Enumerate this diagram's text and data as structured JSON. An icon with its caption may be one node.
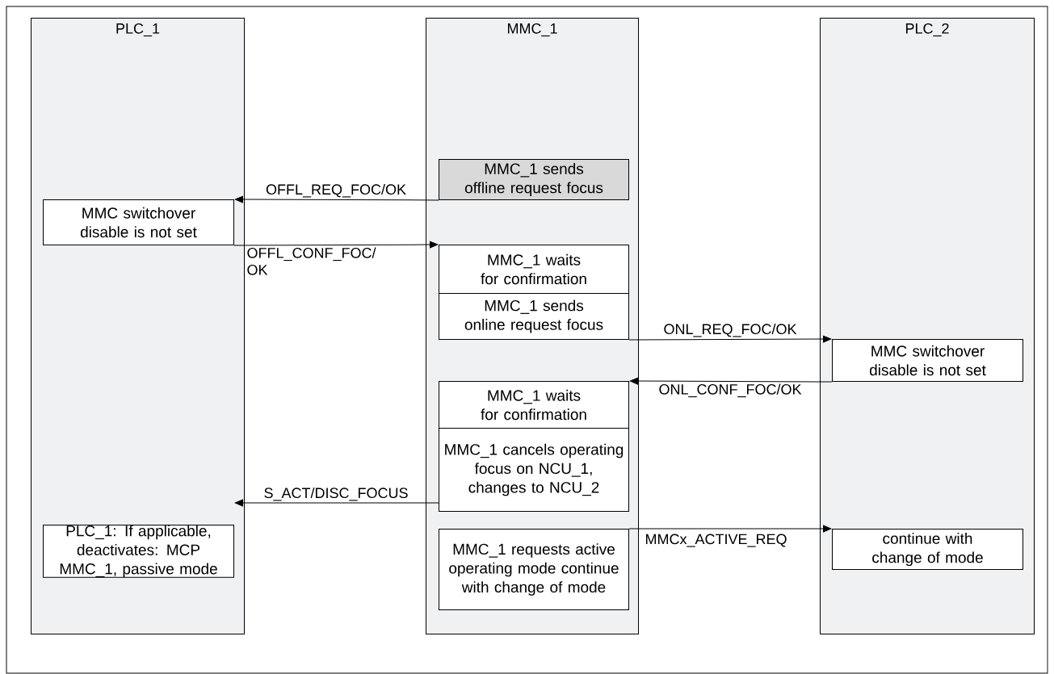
{
  "diagram": {
    "nodes": [
      {
        "text": [
          "PLC_1"
        ]
      },
      {
        "text": [
          "MMC_1"
        ]
      },
      {
        "text": [
          "PLC_2"
        ]
      },
      {
        "text": [
          "MMC_1 sends offline request focus"
        ],
        "in": 1
      },
      {
        "text": [
          "MMC switchover disable is not set"
        ],
        "in": 0
      },
      {
        "text": [
          "MMC_1 waits for confirmation"
        ],
        "in": 1
      },
      {
        "text": [
          "MMC_1 sends online request focus"
        ],
        "in": 1
      },
      {
        "text": [
          "MMC switchover disable is not set"
        ],
        "in": 2
      },
      {
        "text": [
          "MMC_1 waits for confirmation"
        ],
        "in": 1
      },
      {
        "text": [
          "MMC_1 cancels operating focus on NCU_1, changes to NCU_2"
        ],
        "in": 1
      },
      {
        "text": [
          "PLC_1: If applicable, deactivates: MCP MMC_1, passive mode"
        ],
        "in": 0
      },
      {
        "text": [
          "MMC_1 requests active operating mode continue with change of mode"
        ],
        "in": 1
      },
      {
        "text": [
          "continue with change of mode"
        ],
        "in": 2
      }
    ],
    "edges": [
      {
        "from": 3,
        "to": 4,
        "arrow": "to",
        "label": "OFFL_REQ_FOC/OK"
      },
      {
        "from": 4,
        "to": 5,
        "arrow": "to",
        "label": "OFFL_CONF_FOC/ OK"
      },
      {
        "from": 6,
        "to": 7,
        "arrow": "to",
        "label": "ONL_REQ_FOC/OK"
      },
      {
        "from": 7,
        "to": 8,
        "arrow": "to",
        "label": "ONL_CONF_FOC/OK"
      },
      {
        "from": 9,
        "to": 10,
        "arrow": "to",
        "label": "S_ACT/DISC_FOCUS"
      },
      {
        "from": 11,
        "to": 12,
        "arrow": "to",
        "label": "MMCx_ACTIVE_REQ"
      }
    ]
  }
}
